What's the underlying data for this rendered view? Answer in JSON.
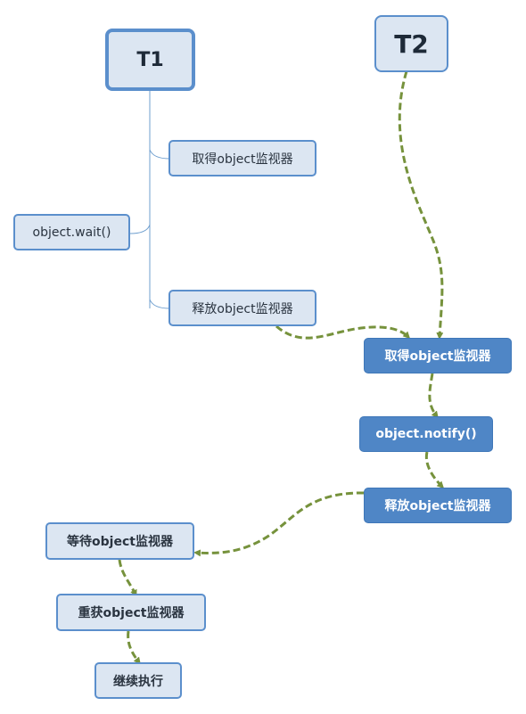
{
  "nodes": {
    "t1": "T1",
    "t2": "T2",
    "t1_acquire": "取得object监视器",
    "t1_wait": "object.wait()",
    "t1_release": "释放object监视器",
    "t2_acquire": "取得object监视器",
    "t2_notify": "object.notify()",
    "t2_release": "释放object监视器",
    "t1_wait_monitor": "等待object监视器",
    "t1_reacquire": "重获object监视器",
    "t1_continue": "继续执行"
  },
  "colors": {
    "tree_line": "#6f9fcf",
    "flow_arrow": "#76923c",
    "node_fill_light": "#dce6f2",
    "node_border": "#5b8fcc",
    "node_fill_blue": "#4f86c6"
  }
}
